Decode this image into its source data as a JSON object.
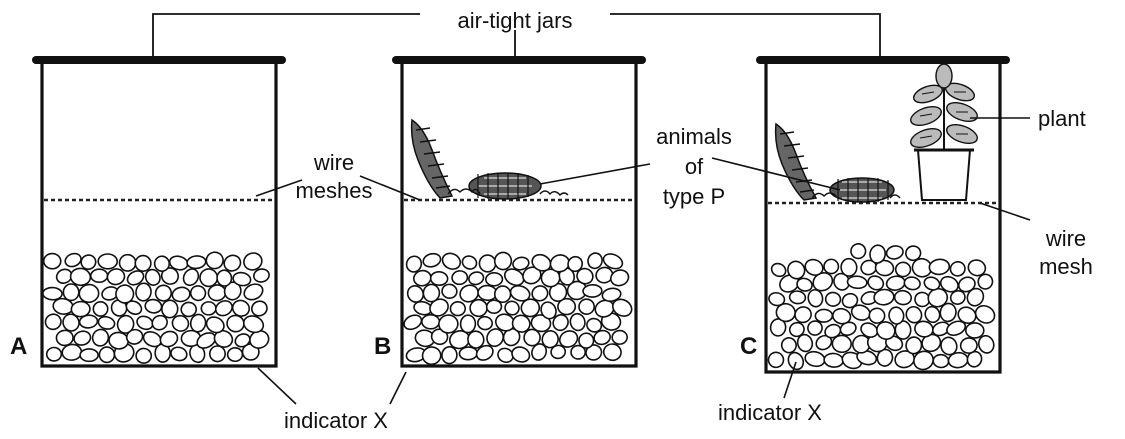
{
  "labels": {
    "air_tight_jars": "air-tight jars",
    "wire_meshes_line1": "wire",
    "wire_meshes_line2": "meshes",
    "animals_line1": "animals",
    "animals_line2": "of",
    "animals_line3": "type P",
    "plant": "plant",
    "wire_mesh_line1": "wire",
    "wire_mesh_line2": "mesh",
    "indicator_b": "indicator X",
    "indicator_c": "indicator X"
  },
  "jars": [
    {
      "letter": "A",
      "contents": "indicator X"
    },
    {
      "letter": "B",
      "contents": "indicator X, animals of type P"
    },
    {
      "letter": "C",
      "contents": "indicator X, animals of type P, plant"
    }
  ],
  "colors": {
    "ink": "#111111",
    "background": "#ffffff"
  }
}
